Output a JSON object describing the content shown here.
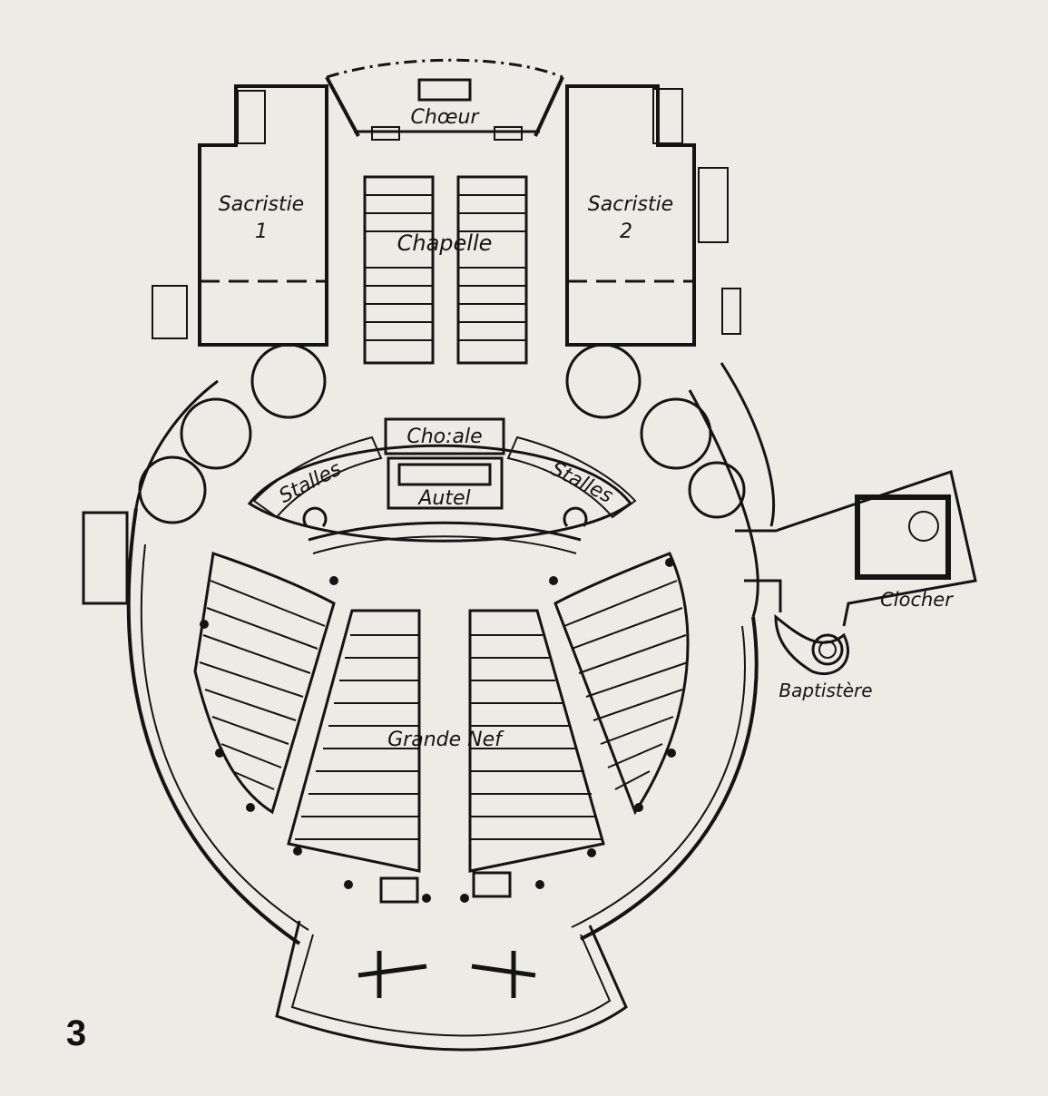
{
  "figure_number": "3",
  "labels": {
    "choeur": "Chœur",
    "sacristie_1": "Sacristie",
    "sacristie_1_num": "1",
    "sacristie_2": "Sacristie",
    "sacristie_2_num": "2",
    "chapelle": "Chapelle",
    "chorale": "Cho:ale",
    "stalles_left": "Stalles",
    "stalles_right": "Stalles",
    "autel": "Autel",
    "grande_nef": "Grande Nef",
    "clocher": "Clocher",
    "baptistere": "Baptistère"
  },
  "colors": {
    "paper": "#ecebe6",
    "ink": "#141414"
  }
}
